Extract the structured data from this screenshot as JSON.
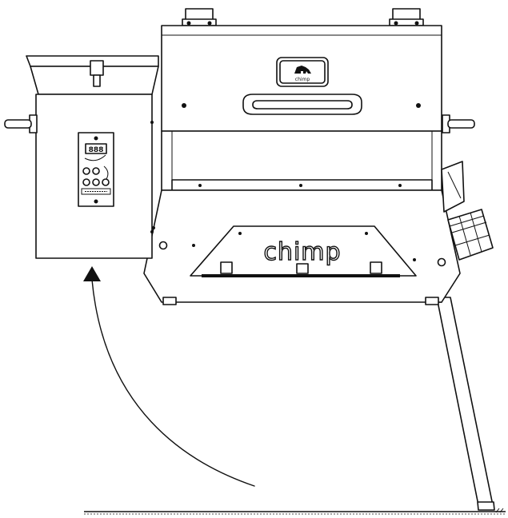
{
  "brand": {
    "body_wordmark": "chimp",
    "lid_badge_text": "chimp"
  },
  "controller": {
    "display_text": "888"
  },
  "colors": {
    "line": "#111111",
    "background": "#ffffff"
  },
  "icons": {
    "lid_badge": "gorilla-logo-icon",
    "arrow": "arrow-up-icon"
  }
}
